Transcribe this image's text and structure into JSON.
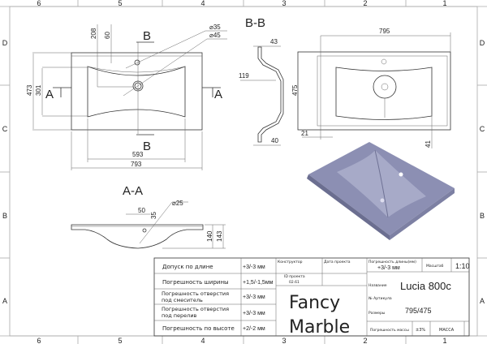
{
  "frame": {
    "columns": [
      "6",
      "5",
      "4",
      "3",
      "2",
      "1"
    ],
    "rows": [
      "D",
      "C",
      "B",
      "A"
    ]
  },
  "top_view": {
    "section_a": "A",
    "section_b": "B",
    "dims": {
      "d208": "208",
      "d60": "60",
      "d473": "473",
      "d301": "301",
      "d593": "593",
      "d793": "793",
      "dia35": "⌀35",
      "dia45": "⌀45"
    }
  },
  "section_bb": {
    "title": "B-B",
    "dims": {
      "d43": "43",
      "d119": "119",
      "d40": "40"
    }
  },
  "bottom_view": {
    "dims": {
      "d795": "795",
      "d475": "475",
      "d21": "21",
      "d41": "41"
    }
  },
  "section_aa": {
    "title": "A-A",
    "dims": {
      "d50": "50",
      "d35": "35",
      "dia25": "⌀25",
      "d140": "140",
      "d143": "143"
    }
  },
  "render_color": "#8c8fb3",
  "title_block": {
    "tolerances": [
      {
        "label": "Допуск по длине",
        "value": "+3/-3 мм"
      },
      {
        "label": "Погрешность ширины",
        "value": "+1,5/-1,5мм"
      },
      {
        "label": "Погрешность отверстия под смеситель",
        "value": "+3/-3 мм"
      },
      {
        "label": "Погрешность отверстия под перелив",
        "value": "+3/-3 мм"
      },
      {
        "label": "Погрешность по высоте",
        "value": "+2/-2 мм"
      }
    ],
    "designer_label": "Конструктор",
    "date_label": "Дата проекта",
    "project_id_label": "ID проекта",
    "project_id": "02.61",
    "company_line1": "Fancy",
    "company_line2": "Marble",
    "length_tol_label": "Погрешность длины(мм)",
    "length_tol_value": "+3/-3 мм",
    "scale_label": "Масштаб",
    "scale_value": "1:10",
    "name_label": "Название",
    "name_value": "Lucia 800c",
    "article_label": "№ Артикула",
    "size_label": "Размеры",
    "size_value": "795/475",
    "mass_tol_label": "Погрешность массы",
    "mass_tol_value": "±3%",
    "mass_label": "МАССА"
  }
}
